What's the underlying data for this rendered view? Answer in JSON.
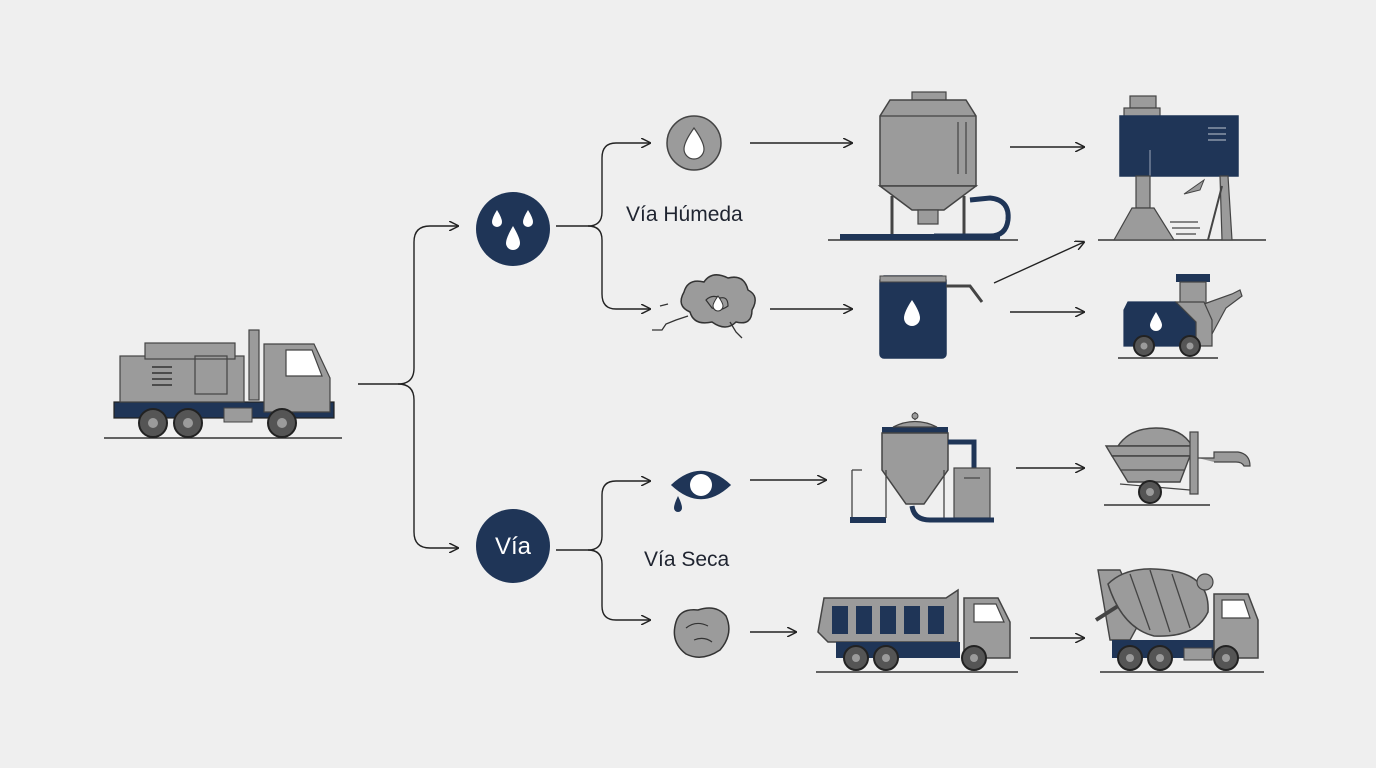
{
  "diagram": {
    "labels": {
      "wet_route": "Vía Húmeda",
      "dry_route": "Vía Seca",
      "dry_node": "Vía"
    },
    "icons": {
      "source": "tank-truck-icon",
      "wet_node": "water-drops-icon",
      "dry_node": "text-node",
      "wet_branch_top": "water-drop-circle-icon",
      "wet_branch_bottom": "wet-sludge-cloud-icon",
      "dry_branch_top": "eye-drop-icon",
      "dry_branch_bottom": "dry-rock-icon",
      "wet_process_top": "silo-tank-icon",
      "wet_process_bottom": "water-container-icon",
      "dry_process_top": "cyclone-silo-icon",
      "dry_process_bottom": "dump-truck-icon",
      "wet_output_top": "elevated-hopper-icon",
      "wet_output_bottom": "mobile-pump-icon",
      "dry_output_top": "wheelbarrow-pump-icon",
      "dry_output_bottom": "concrete-mixer-truck-icon"
    },
    "colors": {
      "navy": "#1f3557",
      "gray": "#9b9b9b",
      "line": "#222222",
      "background": "#efefef"
    }
  }
}
